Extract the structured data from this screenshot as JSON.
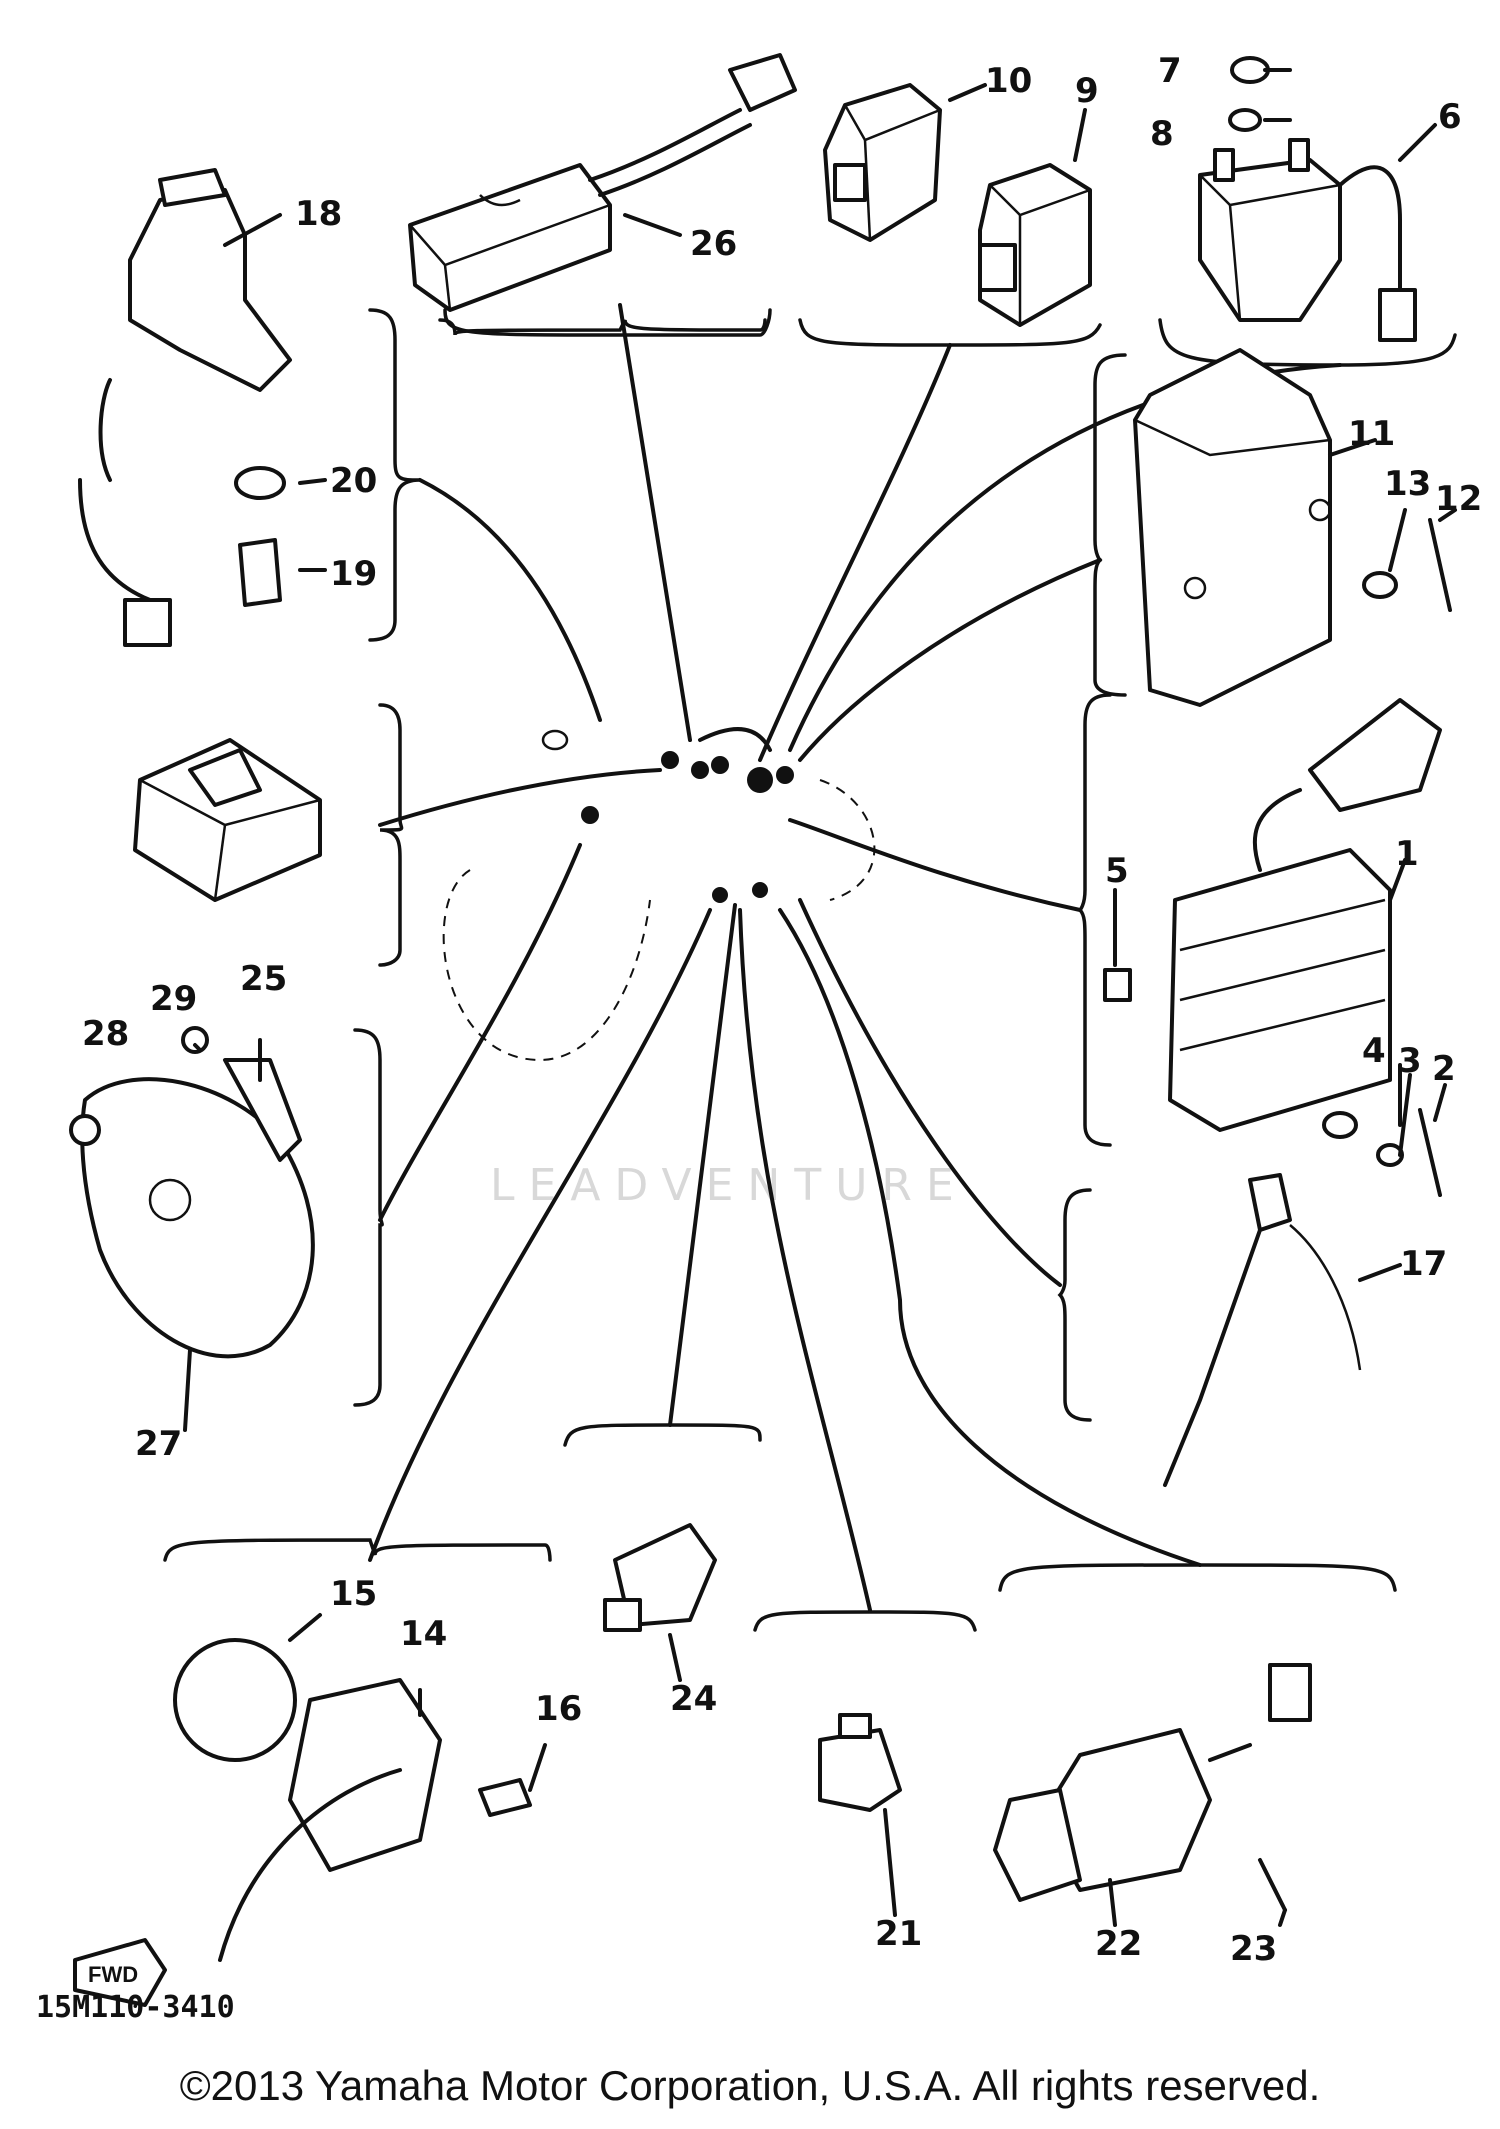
{
  "diagram": {
    "code": "15M110-3410",
    "copyright": "©2013 Yamaha Motor Corporation, U.S.A. All rights reserved.",
    "watermark": "LEADVENTURE",
    "fwd_label": "FWD",
    "callouts": [
      "1",
      "2",
      "3",
      "4",
      "5",
      "6",
      "7",
      "8",
      "9",
      "10",
      "11",
      "12",
      "13",
      "14",
      "15",
      "16",
      "17",
      "18",
      "19",
      "20",
      "21",
      "22",
      "23",
      "24",
      "25",
      "26",
      "27",
      "28",
      "29"
    ]
  }
}
